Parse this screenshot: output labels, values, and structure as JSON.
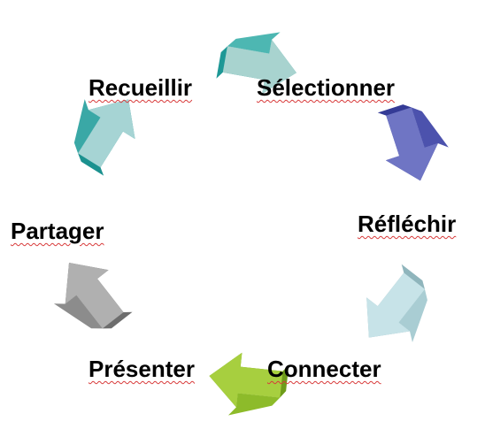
{
  "diagram": {
    "labels": {
      "recueillir": "Recueillir",
      "selectionner": "Sélectionner",
      "reflechir": "Réfléchir",
      "connecter": "Connecter",
      "presenter": "Présenter",
      "partager": "Partager"
    },
    "arrow_colors": {
      "selectionner": {
        "face": "#a8d3cf",
        "side": "#1e9896",
        "top": "#4db7b2"
      },
      "reflechir": {
        "face": "#6f75c4",
        "side": "#343b96",
        "top": "#4c52ad"
      },
      "connecter": {
        "face": "#c7e3e8",
        "side": "#8fb5bc",
        "top": "#a9cdd3"
      },
      "presenter": {
        "face": "#a7cf3f",
        "side": "#6e9c1a",
        "top": "#8dbb2a"
      },
      "partager": {
        "face": "#b0b0b0",
        "side": "#6d6d6d",
        "top": "#8c8c8c"
      },
      "recueillir": {
        "face": "#a6d4d4",
        "side": "#1c918f",
        "top": "#3aa8a6"
      }
    },
    "underline_color": "#d83a3a"
  }
}
